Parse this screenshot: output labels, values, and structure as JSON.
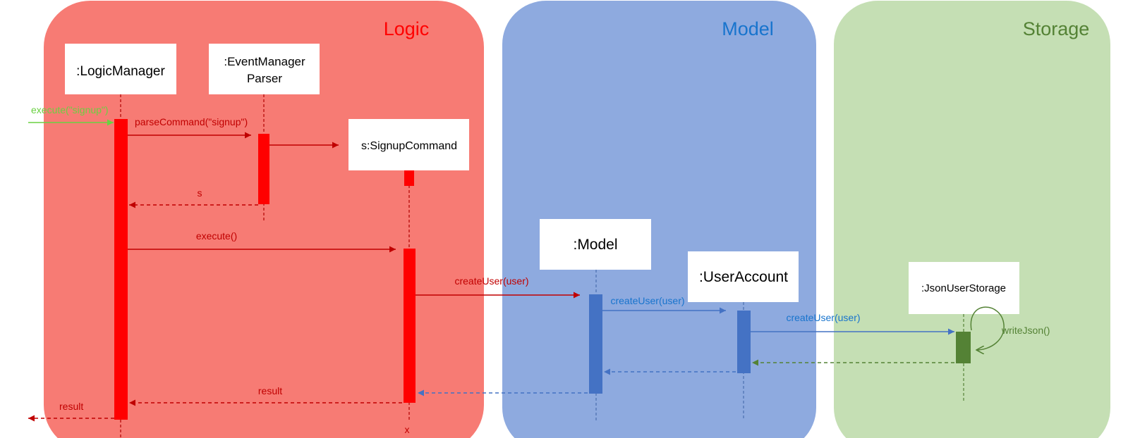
{
  "colors": {
    "logic_bg": "#f77b74",
    "model_bg": "#8eaadf",
    "storage_bg": "#c5dfb4",
    "logic_accent": "#ff0000",
    "logic_line": "#c00000",
    "model_accent": "#1874cd",
    "model_bar": "#4472c4",
    "storage_accent": "#548235",
    "storage_title": "#548235",
    "entry_message": "#6ad141"
  },
  "lanes": {
    "logic": {
      "title": "Logic"
    },
    "model": {
      "title": "Model"
    },
    "storage": {
      "title": "Storage"
    }
  },
  "participants": {
    "logic_manager": {
      "label": ":LogicManager"
    },
    "parser": {
      "line1": ":EventManager",
      "line2": "Parser"
    },
    "signup_command": {
      "label": "s:SignupCommand"
    },
    "model": {
      "label": ":Model"
    },
    "user_account": {
      "label": ":UserAccount"
    },
    "json_storage": {
      "label": ":JsonUserStorage"
    }
  },
  "messages": {
    "execute_signup": "execute(\"signup\")",
    "parse_command": "parseCommand(\"signup\")",
    "return_s": "s",
    "execute": "execute()",
    "create_user_model": "createUser(user)",
    "create_user_account": "createUser(user)",
    "create_user_storage": "createUser(user)",
    "write_json": "writeJson()",
    "result_to_logic": "result",
    "result_out": "result",
    "destroy_mark": "x"
  }
}
